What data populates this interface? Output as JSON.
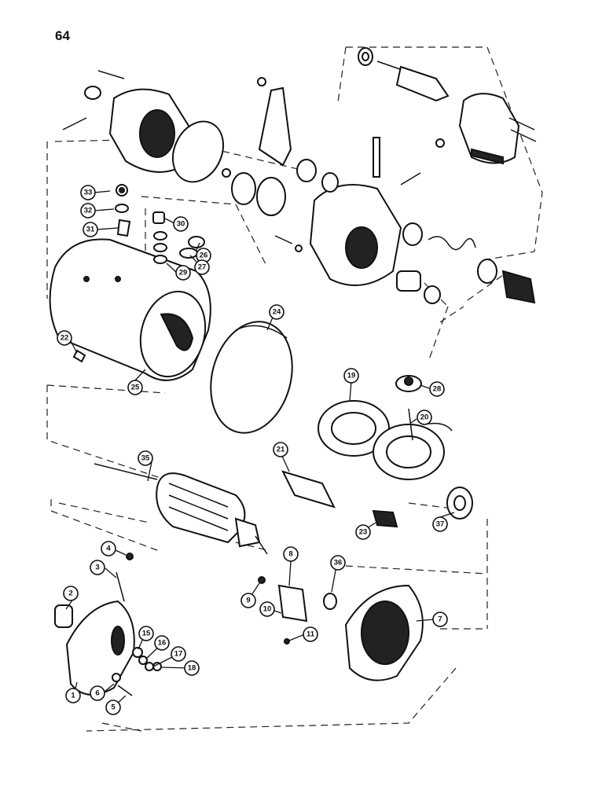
{
  "page_number": "64",
  "callouts": {
    "c1": "1",
    "c2": "2",
    "c3": "3",
    "c4": "4",
    "c5": "5",
    "c6": "6",
    "c7": "7",
    "c8": "8",
    "c9": "9",
    "c10": "10",
    "c11": "11",
    "c15": "15",
    "c16": "16",
    "c17": "17",
    "c18": "18",
    "c19": "19",
    "c20": "20",
    "c21": "21",
    "c22": "22",
    "c23": "23",
    "c24": "24",
    "c25": "25",
    "c26": "26",
    "c27": "27",
    "c28": "28",
    "c29": "29",
    "c30": "30",
    "c31": "31",
    "c32": "32",
    "c33": "33",
    "c35": "35",
    "c36": "36",
    "c37": "37"
  }
}
